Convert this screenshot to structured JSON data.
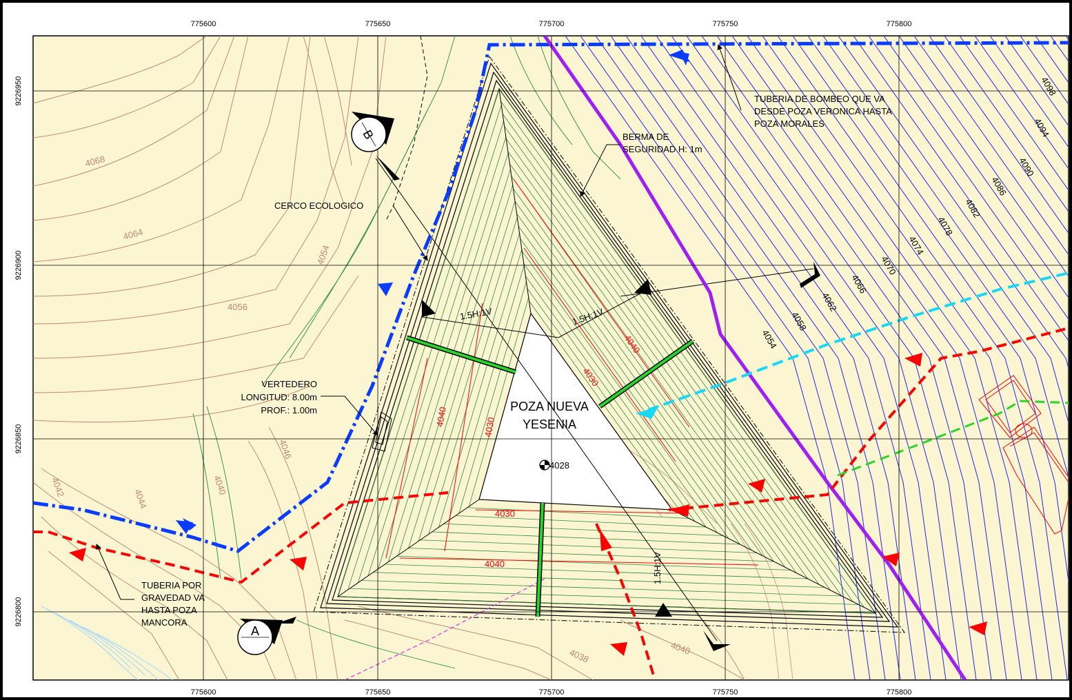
{
  "grid": {
    "x_labels": [
      "775600",
      "775650",
      "775700",
      "775750",
      "775800"
    ],
    "y_labels": [
      "9226950",
      "9226900",
      "9226850",
      "9226800"
    ]
  },
  "pond": {
    "name_line1": "POZA NUEVA",
    "name_line2": "YESENIA",
    "bottom_elevation": "4028"
  },
  "slope_labels": [
    "1.5H:1V",
    "1.5H:1V",
    "1.5H:1V"
  ],
  "callouts": {
    "pipeline_top": [
      "TUBERIA DE BOMBEO QUE VA",
      "DESDE POZA VERONICA HASTA",
      "POZA MORALES"
    ],
    "berm": [
      "BERMA DE",
      "SEGURIDAD H: 1m"
    ],
    "fence": "CERCO ECOLOGICO",
    "spillway": [
      "VERTEDERO",
      "LONGITUD: 8.00m",
      "PROF.: 1.00m"
    ],
    "gravity_pipe": [
      "TUBERIA POR",
      "GRAVEDAD VA",
      "HASTA POZA",
      "MANCORA"
    ]
  },
  "sections": {
    "a": "A",
    "b": "B"
  },
  "contours_right": [
    "4098",
    "4094",
    "4090",
    "4086",
    "4082",
    "4078",
    "4074",
    "4070",
    "4066",
    "4062",
    "4058",
    "4054"
  ],
  "contours_inner": [
    "4040",
    "4030",
    "4040",
    "4030",
    "4030",
    "4040"
  ],
  "contours_terrain": [
    "4068",
    "4064",
    "4054",
    "4056",
    "4046",
    "4044",
    "4042",
    "4040",
    "4038",
    "4040"
  ],
  "colors": {
    "terrain": "#fbf5d2",
    "frame": "#000000",
    "pipe_blue": "#0a3cff",
    "pipe_purple": "#a020f0",
    "pipe_red": "#ff0000",
    "pipe_cyan": "#19d7f5",
    "pipe_green": "#2ad42a",
    "contour_blue": "#2626e6",
    "contour_brown": "#c08a70",
    "contour_green": "#2f8a3a"
  }
}
